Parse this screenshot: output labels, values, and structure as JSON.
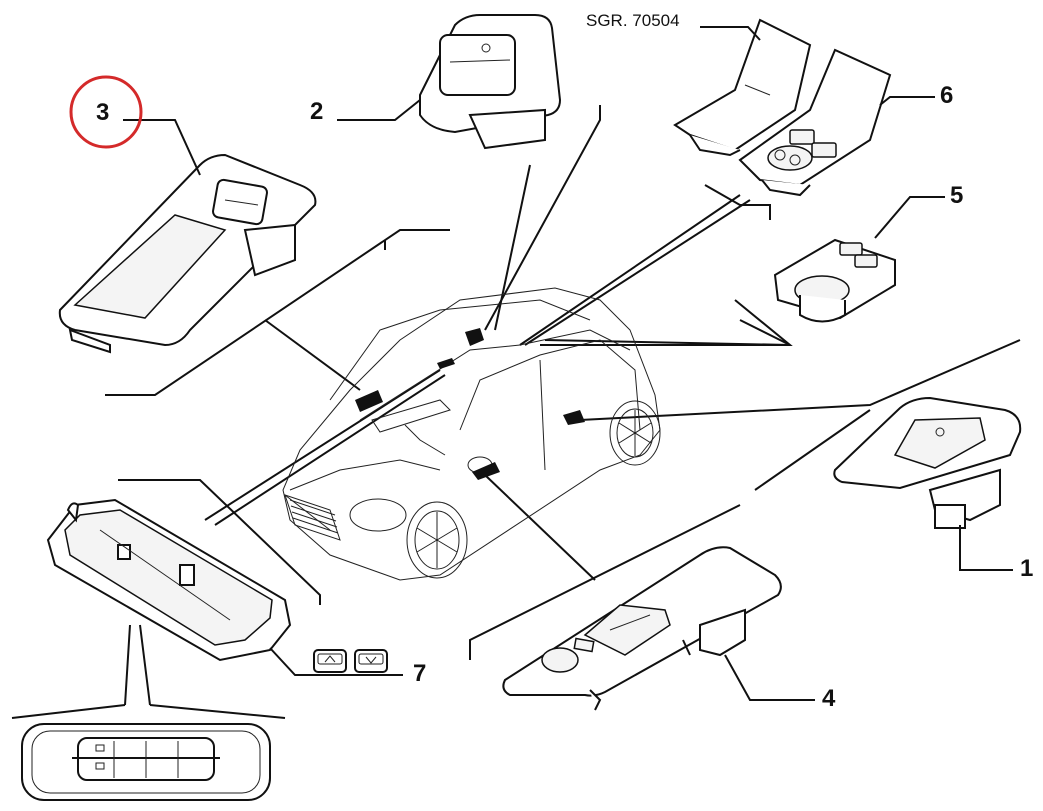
{
  "diagram": {
    "title": "Window / seat switch parts diagram",
    "reference_code": "SGR. 70504",
    "highlight_color": "#d42a2a",
    "highlighted_callout": "3",
    "callouts": [
      {
        "id": "1",
        "label": "1",
        "part": "rear door window switch"
      },
      {
        "id": "2",
        "label": "2",
        "part": "passenger window switch"
      },
      {
        "id": "3",
        "label": "3",
        "part": "front passenger door panel switch"
      },
      {
        "id": "4",
        "label": "4",
        "part": "driver door multi-switch panel"
      },
      {
        "id": "5",
        "label": "5",
        "part": "seat heater switch with cup holder"
      },
      {
        "id": "6",
        "label": "6",
        "part": "seat heater switch panel with cover"
      },
      {
        "id": "7",
        "label": "7",
        "part": "roof light / sunroof switch"
      }
    ]
  }
}
